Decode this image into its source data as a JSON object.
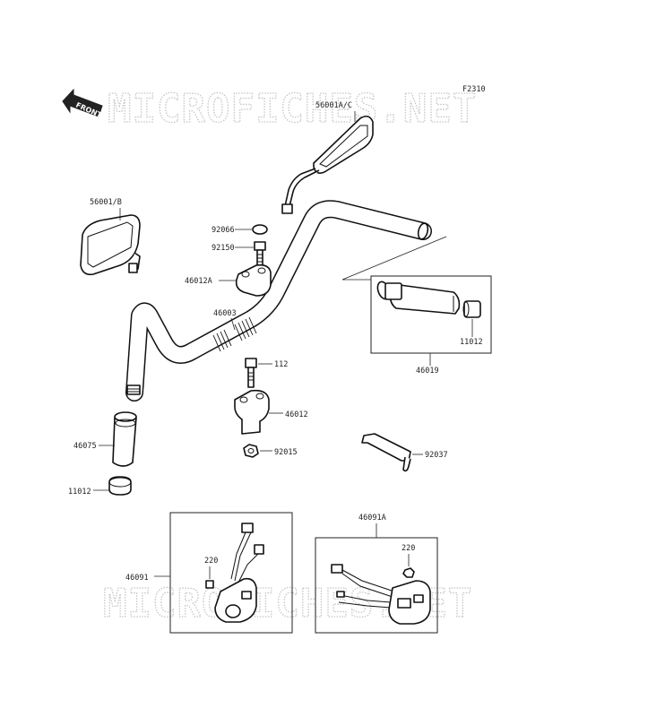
{
  "watermark": "MICROFICHES.NET",
  "figure_code": "F2310",
  "front_label": "FRONT",
  "labels": {
    "mirror_right": "56001A/C",
    "mirror_left": "56001/B",
    "cap": "92066",
    "bolt_holder": "92150",
    "holder_upper": "46012A",
    "handlebar": "46003",
    "bolt_lower": "112",
    "holder_lower": "46012",
    "nut": "92015",
    "grip_left": "46075",
    "weight_left": "11012",
    "throttle_assy": "46019",
    "weight_right": "11012",
    "wrench": "92037",
    "switch_left": "46091",
    "screw_left": "220",
    "switch_right": "46091A",
    "screw_right": "220"
  }
}
